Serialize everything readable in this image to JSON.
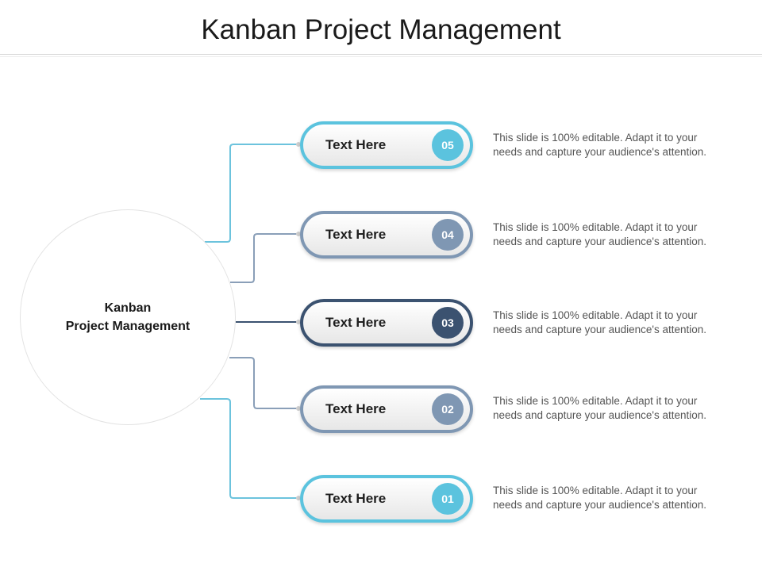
{
  "title": "Kanban Project Management",
  "hub": {
    "line1": "Kanban",
    "line2": "Project Management"
  },
  "colors": {
    "cyan": "#5bc3de",
    "slate": "#7f97b3",
    "navy": "#3b5270",
    "connector_cyan": "#6cc3dd",
    "connector_slate": "#8a9fb8",
    "connector_navy": "#3b5270"
  },
  "items": [
    {
      "number": "05",
      "label": "Text Here",
      "color": "#5bc3de",
      "desc_line1": "This slide is 100% editable. Adapt it to your",
      "desc_line2": "needs and capture your audience's attention."
    },
    {
      "number": "04",
      "label": "Text Here",
      "color": "#7f97b3",
      "desc_line1": "This slide is 100% editable. Adapt it to your",
      "desc_line2": "needs and capture your audience's attention."
    },
    {
      "number": "03",
      "label": "Text Here",
      "color": "#3b5270",
      "desc_line1": "This slide is 100% editable. Adapt it to your",
      "desc_line2": "needs and capture your audience's attention."
    },
    {
      "number": "02",
      "label": "Text Here",
      "color": "#7f97b3",
      "desc_line1": "This slide is 100% editable. Adapt it to your",
      "desc_line2": "needs and capture your audience's attention."
    },
    {
      "number": "01",
      "label": "Text Here",
      "color": "#5bc3de",
      "desc_line1": "This slide is 100% editable. Adapt it to your",
      "desc_line2": "needs and capture your audience's attention."
    }
  ]
}
